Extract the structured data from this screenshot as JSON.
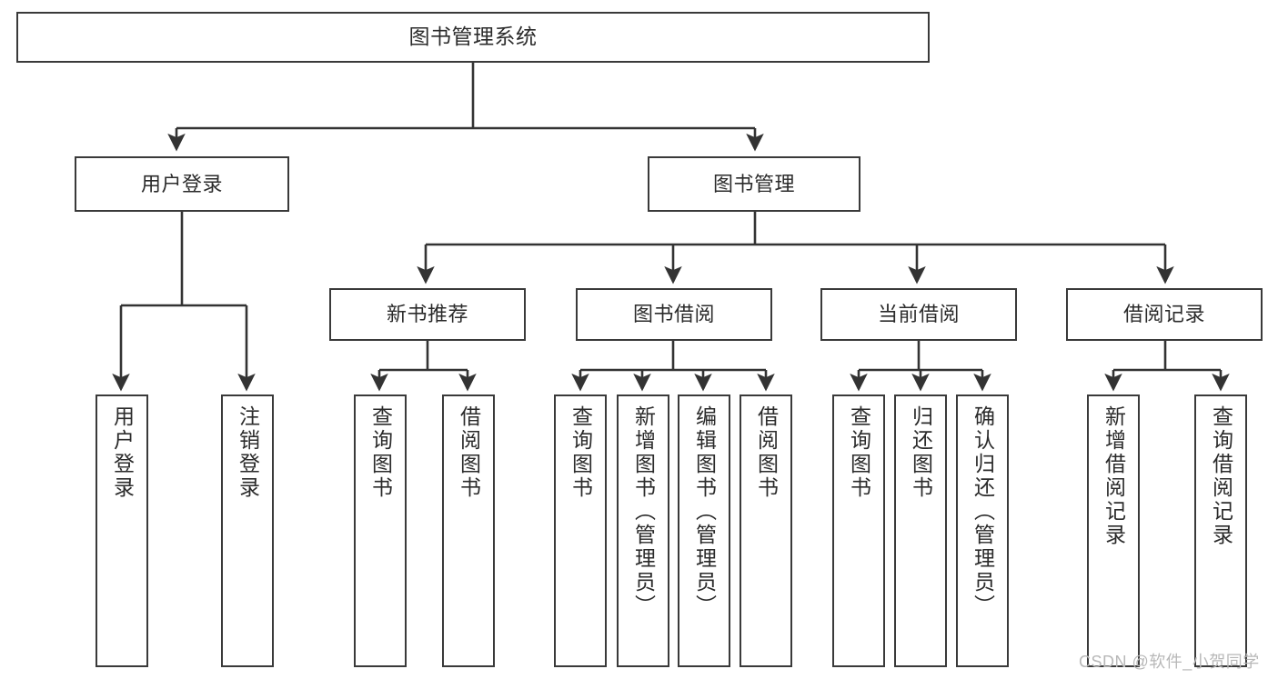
{
  "diagram": {
    "type": "tree-hierarchy",
    "title": "图书管理系统",
    "colors": {
      "node_border": "#3a3a3a",
      "node_fill": "#ffffff",
      "edge": "#333333",
      "text": "#2b2b2b",
      "watermark": "#b8b8b8",
      "background": "#ffffff"
    },
    "levels": [
      {
        "level": 0,
        "nodes": [
          {
            "id": "root",
            "label": "图书管理系统",
            "orientation": "horizontal"
          }
        ]
      },
      {
        "level": 1,
        "nodes": [
          {
            "id": "user-login",
            "label": "用户登录",
            "orientation": "horizontal"
          },
          {
            "id": "book-manage",
            "label": "图书管理",
            "orientation": "horizontal"
          }
        ]
      },
      {
        "level": 2,
        "nodes": [
          {
            "id": "new-book-rec",
            "label": "新书推荐",
            "orientation": "horizontal"
          },
          {
            "id": "book-borrow",
            "label": "图书借阅",
            "orientation": "horizontal"
          },
          {
            "id": "current-borrow",
            "label": "当前借阅",
            "orientation": "horizontal"
          },
          {
            "id": "borrow-record",
            "label": "借阅记录",
            "orientation": "horizontal"
          }
        ]
      },
      {
        "level": 3,
        "nodes": [
          {
            "id": "leaf-user-login",
            "label": "用户登录",
            "orientation": "vertical",
            "parent": "user-login"
          },
          {
            "id": "leaf-logout",
            "label": "注销登录",
            "orientation": "vertical",
            "parent": "user-login"
          },
          {
            "id": "leaf-query-book-1",
            "label": "查询图书",
            "orientation": "vertical",
            "parent": "new-book-rec"
          },
          {
            "id": "leaf-borrow-book-1",
            "label": "借阅图书",
            "orientation": "vertical",
            "parent": "new-book-rec"
          },
          {
            "id": "leaf-query-book-2",
            "label": "查询图书",
            "orientation": "vertical",
            "parent": "book-borrow"
          },
          {
            "id": "leaf-add-book",
            "label": "新增图书（管理员）",
            "orientation": "vertical",
            "parent": "book-borrow"
          },
          {
            "id": "leaf-edit-book",
            "label": "编辑图书（管理员）",
            "orientation": "vertical",
            "parent": "book-borrow"
          },
          {
            "id": "leaf-borrow-book-2",
            "label": "借阅图书",
            "orientation": "vertical",
            "parent": "book-borrow"
          },
          {
            "id": "leaf-query-book-3",
            "label": "查询图书",
            "orientation": "vertical",
            "parent": "current-borrow"
          },
          {
            "id": "leaf-return-book",
            "label": "归还图书",
            "orientation": "vertical",
            "parent": "current-borrow"
          },
          {
            "id": "leaf-confirm-return",
            "label": "确认归还（管理员）",
            "orientation": "vertical",
            "parent": "current-borrow"
          },
          {
            "id": "leaf-add-record",
            "label": "新增借阅记录",
            "orientation": "vertical",
            "parent": "borrow-record"
          },
          {
            "id": "leaf-query-record",
            "label": "查询借阅记录",
            "orientation": "vertical",
            "parent": "borrow-record"
          }
        ]
      }
    ],
    "edges": [
      {
        "from": "root",
        "to": "user-login"
      },
      {
        "from": "root",
        "to": "book-manage"
      },
      {
        "from": "book-manage",
        "to": "new-book-rec"
      },
      {
        "from": "book-manage",
        "to": "book-borrow"
      },
      {
        "from": "book-manage",
        "to": "current-borrow"
      },
      {
        "from": "book-manage",
        "to": "borrow-record"
      },
      {
        "from": "user-login",
        "to": "leaf-user-login"
      },
      {
        "from": "user-login",
        "to": "leaf-logout"
      },
      {
        "from": "new-book-rec",
        "to": "leaf-query-book-1"
      },
      {
        "from": "new-book-rec",
        "to": "leaf-borrow-book-1"
      },
      {
        "from": "book-borrow",
        "to": "leaf-query-book-2"
      },
      {
        "from": "book-borrow",
        "to": "leaf-add-book"
      },
      {
        "from": "book-borrow",
        "to": "leaf-edit-book"
      },
      {
        "from": "book-borrow",
        "to": "leaf-borrow-book-2"
      },
      {
        "from": "current-borrow",
        "to": "leaf-query-book-3"
      },
      {
        "from": "current-borrow",
        "to": "leaf-return-book"
      },
      {
        "from": "current-borrow",
        "to": "leaf-confirm-return"
      },
      {
        "from": "borrow-record",
        "to": "leaf-add-record"
      },
      {
        "from": "borrow-record",
        "to": "leaf-query-record"
      }
    ]
  },
  "watermark": {
    "text": "CSDN @软件_小贺同学"
  }
}
